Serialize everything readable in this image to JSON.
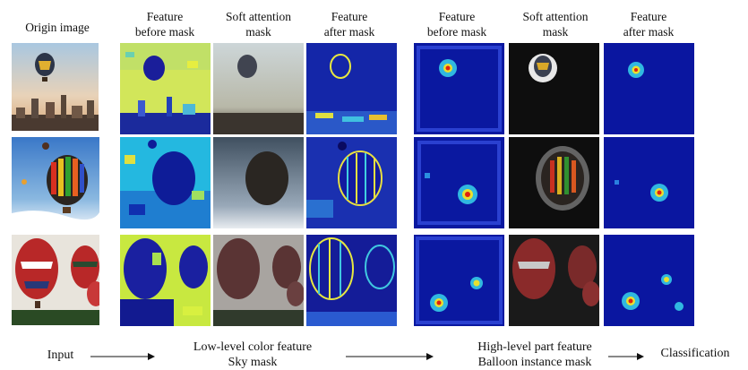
{
  "headers": {
    "origin": "Origin image",
    "f1": "Feature\nbefore mask",
    "a1": "Soft attention\nmask",
    "f2": "Feature\nafter mask",
    "f3": "Feature\nbefore mask",
    "a2": "Soft attention\nmask",
    "f4": "Feature\nafter mask"
  },
  "flow": {
    "input": "Input",
    "low": "Low-level color feature\nSky mask",
    "high": "High-level part feature\nBalloon instance mask",
    "cls": "Classification"
  },
  "colors": {
    "sky": "#9cc3e6",
    "heat_low": "#0b1ea8",
    "heat_high": "#e81e10",
    "feature_high": "#c8e840"
  }
}
